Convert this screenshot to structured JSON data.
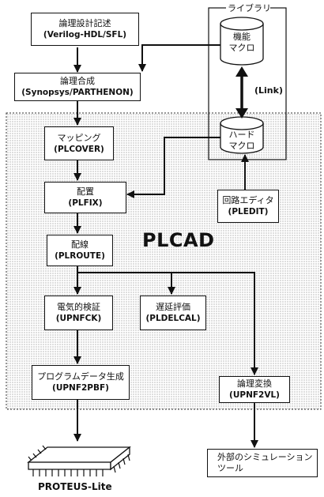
{
  "boxes": {
    "logic_design": {
      "line1": "論理設計記述",
      "line2": "(Verilog-HDL/SFL)"
    },
    "logic_synthesis": {
      "line1": "論理合成",
      "line2": "(Synopsys/PARTHENON)"
    },
    "mapping": {
      "line1": "マッピング",
      "line2": "(PLCOVER)"
    },
    "placement": {
      "line1": "配置",
      "line2": "(PLFIX)"
    },
    "routing": {
      "line1": "配線",
      "line2": "(PLROUTE)"
    },
    "electrical_check": {
      "line1": "電気的検証",
      "line2": "(UPNFCK)"
    },
    "delay_eval": {
      "line1": "遅延評価",
      "line2": "(PLDELCAL)"
    },
    "program_data": {
      "line1": "プログラムデータ生成",
      "line2": "(UPNF2PBF)"
    },
    "logic_convert": {
      "line1": "論理変換",
      "line2": "(UPNF2VL)"
    },
    "circuit_editor": {
      "line1": "回路エディタ",
      "line2": "(PLEDIT)"
    },
    "external_sim": {
      "line1": "外部のシミュレーション",
      "line2": "ツール"
    }
  },
  "library": {
    "title": "ライブラリ",
    "functional_macro": {
      "line1": "機能",
      "line2": "マクロ"
    },
    "hard_macro": {
      "line1": "ハード",
      "line2": "マクロ"
    },
    "link_label": "(Link)"
  },
  "plcad_label": "PLCAD",
  "chip_label": "PROTEUS-Lite"
}
